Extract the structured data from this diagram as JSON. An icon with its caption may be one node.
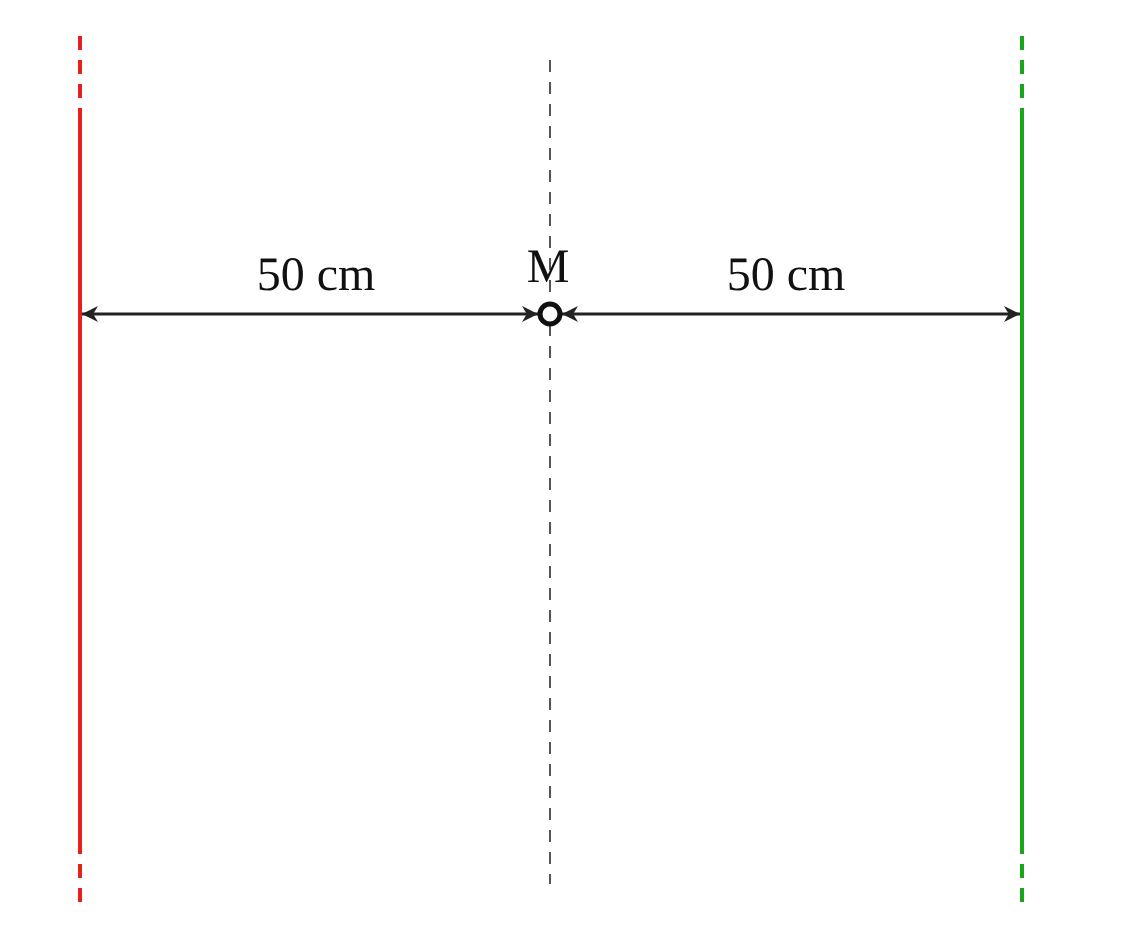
{
  "diagram": {
    "labels": [
      "50 cm",
      "M",
      "50 cm"
    ]
  }
}
